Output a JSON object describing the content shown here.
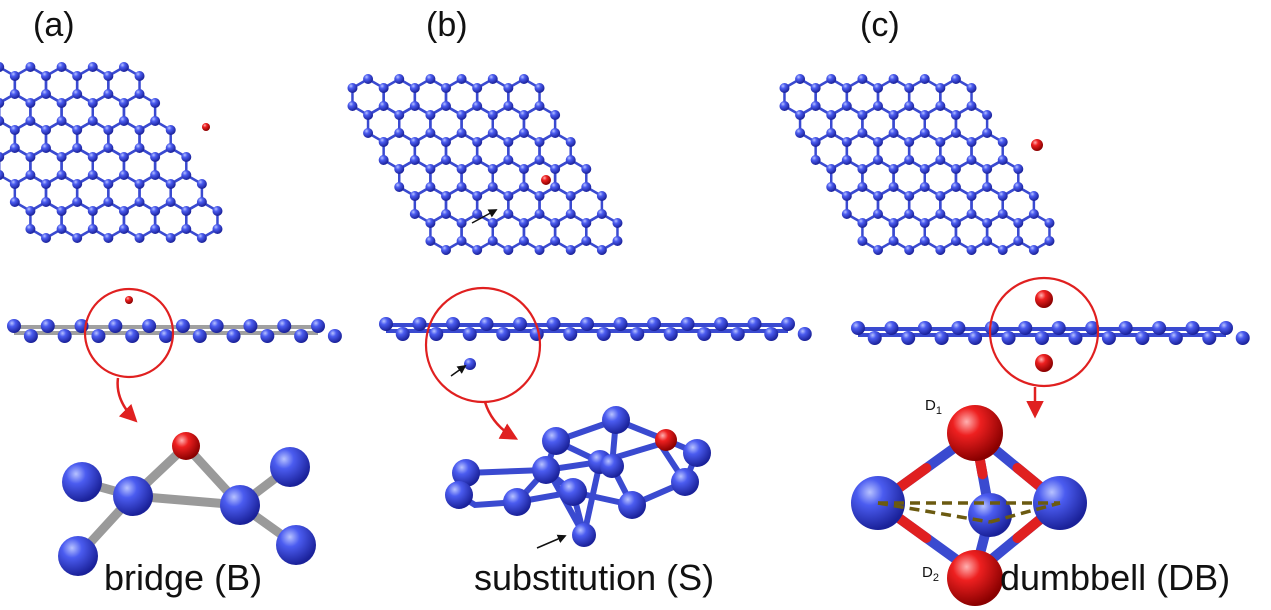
{
  "panels": [
    {
      "label": "(a)",
      "caption": "bridge (B)"
    },
    {
      "label": "(b)",
      "caption": "substitution (S)"
    },
    {
      "label": "(c)",
      "caption": "dumbbell (DB)"
    }
  ],
  "dumbbell_atoms": {
    "top": "D",
    "top_sub": "1",
    "bottom": "D",
    "bottom_sub": "2"
  },
  "colors": {
    "carbon_atom": "#2f3fd6",
    "defect_atom": "#e01818",
    "bond_blue": "#3a4ad0",
    "bond_gray": "#a0a0a0",
    "highlight_circle": "#e02020",
    "dashed_bond": "#6b5a10"
  }
}
